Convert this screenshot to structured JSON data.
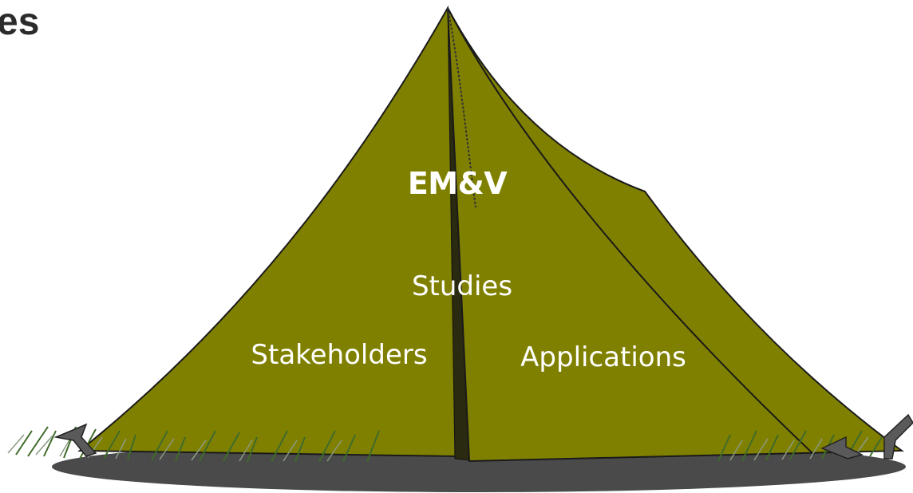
{
  "header": {
    "partial_title": "es"
  },
  "tent": {
    "top_label": "EM&V",
    "middle_label": "Studies",
    "left_label": "Stakeholders",
    "right_label": "Applications"
  },
  "colors": {
    "tent_fill": "#808000",
    "tent_dark": "#5f5f00",
    "ground": "#4a4a4a",
    "grass": "#3f6b2a",
    "label_text": "#ffffff"
  }
}
